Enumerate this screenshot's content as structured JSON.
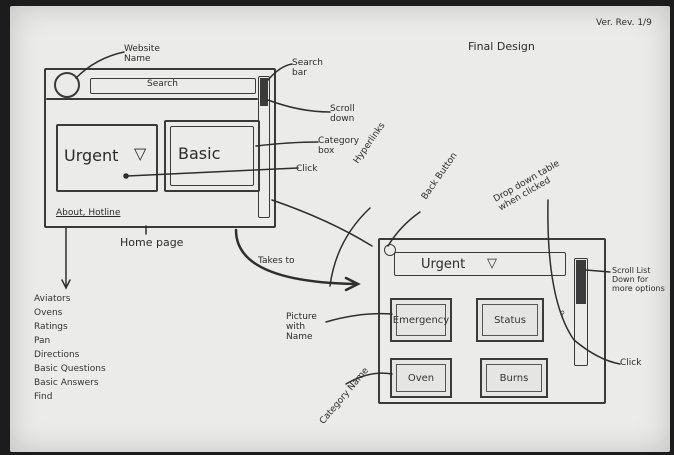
{
  "page": {
    "title": "Final Design",
    "date": "Ver. Rev. 1/9"
  },
  "home_sketch": {
    "search_label": "Search",
    "category_left": "Urgent",
    "category_right": "Basic",
    "footer": "About, Hotline",
    "caption": "Home page"
  },
  "annotations": {
    "website_name": "Website Name",
    "search_bar": "Search bar",
    "scroll": "Scroll down",
    "category_box": "Category box",
    "click": "Click",
    "takes_to": "Takes to",
    "hyperlink": "Hyperlinks",
    "back_button": "Back Button",
    "drop_down": "Drop down table when clicked",
    "picture_with_name": "Picture with Name",
    "category_name": "Category Name",
    "scroll2": "Scroll List Down for more options",
    "click2": "Click"
  },
  "footer_list": [
    "Aviators",
    "Ovens",
    "Ratings",
    "Pan",
    "Directions",
    "Basic Questions",
    "Basic Answers",
    "Find"
  ],
  "category_sketch": {
    "title": "Urgent",
    "tiles": [
      "Emergency",
      "Status",
      "Oven",
      "Burns"
    ]
  },
  "colors": {
    "paper": "#ebebea",
    "ink": "#2b2b2b",
    "background": "#1c1c1c"
  }
}
